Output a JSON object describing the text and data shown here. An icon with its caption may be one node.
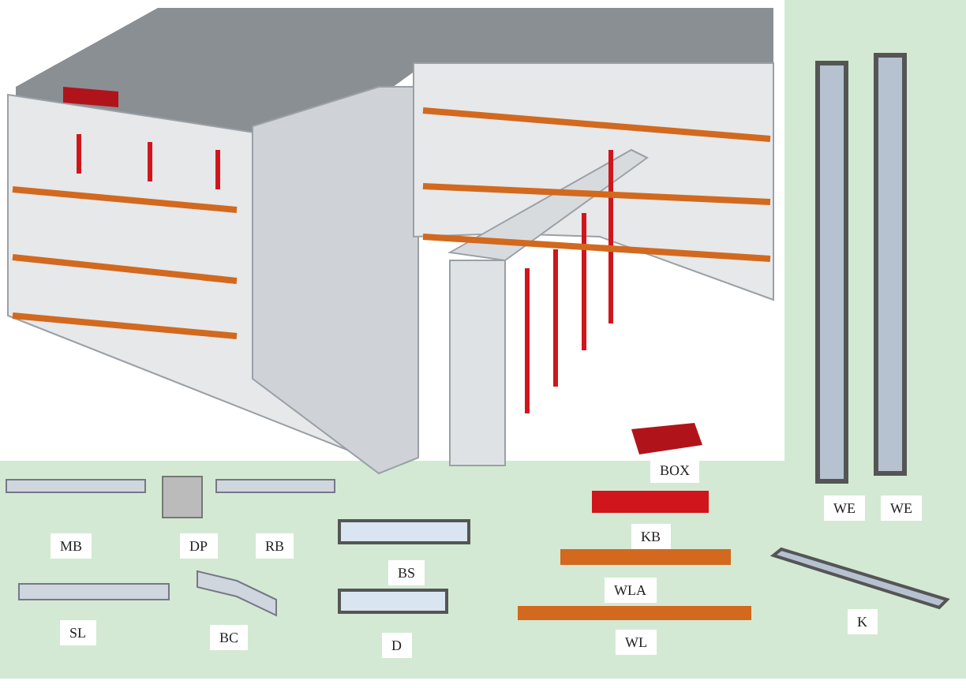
{
  "diagram": {
    "labels": [
      "BOX",
      "WE",
      "WE",
      "KB",
      "MB",
      "DP",
      "RB",
      "BS",
      "WLA",
      "SL",
      "BC",
      "K",
      "D",
      "WL"
    ]
  }
}
